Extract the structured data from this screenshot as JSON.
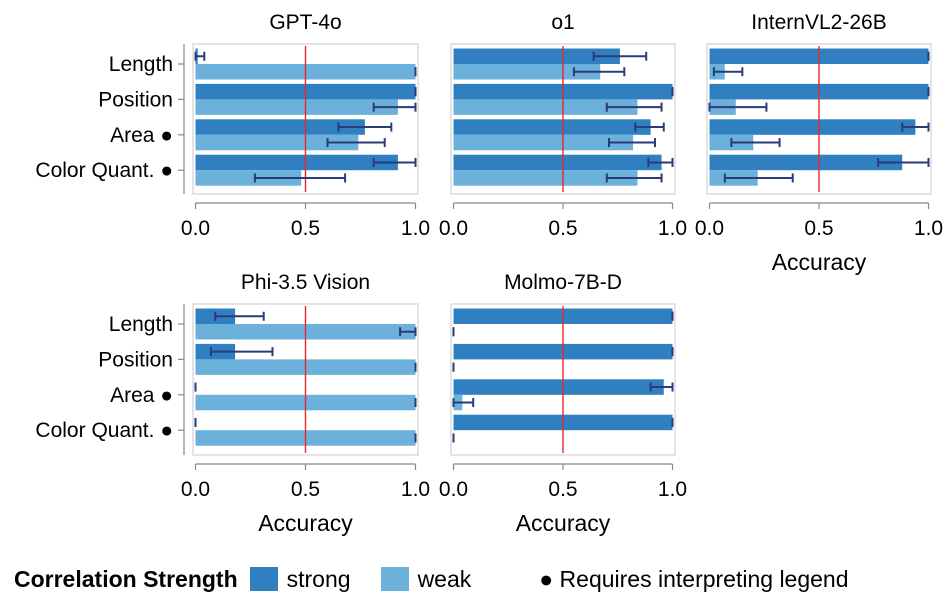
{
  "chart_data": {
    "type": "bar",
    "categories": [
      "Length",
      "Position",
      "Area ●",
      "Color Quant. ●"
    ],
    "x_ticks": [
      "0.0",
      "0.5",
      "1.0"
    ],
    "xlim": [
      0,
      1
    ],
    "xlabel": "Accuracy",
    "reference_line": 0.5,
    "colors": {
      "strong": "#2f7fc1",
      "weak": "#6cb0dc",
      "error_bar": "#2b3a78",
      "reference": "#e8282b"
    },
    "panels": [
      {
        "title": "GPT-4o",
        "series": [
          {
            "name": "strong",
            "values": [
              0.01,
              1.0,
              0.77,
              0.92
            ],
            "error": [
              [
                0.0,
                0.04
              ],
              [
                1.0,
                1.0
              ],
              [
                0.65,
                0.89
              ],
              [
                0.81,
                1.0
              ]
            ]
          },
          {
            "name": "weak",
            "values": [
              1.0,
              0.92,
              0.74,
              0.48
            ],
            "error": [
              [
                1.0,
                1.0
              ],
              [
                0.81,
                1.0
              ],
              [
                0.6,
                0.86
              ],
              [
                0.27,
                0.68
              ]
            ]
          }
        ]
      },
      {
        "title": "o1",
        "series": [
          {
            "name": "strong",
            "values": [
              0.76,
              1.0,
              0.9,
              0.95
            ],
            "error": [
              [
                0.64,
                0.88
              ],
              [
                1.0,
                1.0
              ],
              [
                0.83,
                0.96
              ],
              [
                0.89,
                1.0
              ]
            ]
          },
          {
            "name": "weak",
            "values": [
              0.67,
              0.84,
              0.82,
              0.84
            ],
            "error": [
              [
                0.55,
                0.78
              ],
              [
                0.7,
                0.95
              ],
              [
                0.71,
                0.92
              ],
              [
                0.7,
                0.95
              ]
            ]
          }
        ]
      },
      {
        "title": "InternVL2-26B",
        "series": [
          {
            "name": "strong",
            "values": [
              1.0,
              1.0,
              0.94,
              0.88
            ],
            "error": [
              [
                1.0,
                1.0
              ],
              [
                1.0,
                1.0
              ],
              [
                0.88,
                1.0
              ],
              [
                0.77,
                1.0
              ]
            ]
          },
          {
            "name": "weak",
            "values": [
              0.07,
              0.12,
              0.2,
              0.22
            ],
            "error": [
              [
                0.02,
                0.15
              ],
              [
                0.0,
                0.26
              ],
              [
                0.1,
                0.32
              ],
              [
                0.07,
                0.38
              ]
            ]
          }
        ]
      },
      {
        "title": "Phi-3.5 Vision",
        "series": [
          {
            "name": "strong",
            "values": [
              0.18,
              0.18,
              0.0,
              0.0
            ],
            "error": [
              [
                0.09,
                0.31
              ],
              [
                0.07,
                0.35
              ],
              [
                0.0,
                0.0
              ],
              [
                0.0,
                0.0
              ]
            ]
          },
          {
            "name": "weak",
            "values": [
              1.0,
              1.0,
              1.0,
              1.0
            ],
            "error": [
              [
                0.93,
                1.0
              ],
              [
                1.0,
                1.0
              ],
              [
                1.0,
                1.0
              ],
              [
                1.0,
                1.0
              ]
            ]
          }
        ]
      },
      {
        "title": "Molmo-7B-D",
        "series": [
          {
            "name": "strong",
            "values": [
              1.0,
              1.0,
              0.96,
              1.0
            ],
            "error": [
              [
                1.0,
                1.0
              ],
              [
                1.0,
                1.0
              ],
              [
                0.9,
                1.0
              ],
              [
                1.0,
                1.0
              ]
            ]
          },
          {
            "name": "weak",
            "values": [
              0.0,
              0.0,
              0.04,
              0.0
            ],
            "error": [
              [
                0.0,
                0.0
              ],
              [
                0.0,
                0.0
              ],
              [
                0.0,
                0.09
              ],
              [
                0.0,
                0.0
              ]
            ]
          }
        ]
      }
    ],
    "show_xlabel_on": [
      "InternVL2-26B",
      "Phi-3.5 Vision",
      "Molmo-7B-D"
    ],
    "legend": {
      "title": "Correlation Strength",
      "items": [
        {
          "label": "strong",
          "color": "#2f7fc1"
        },
        {
          "label": "weak",
          "color": "#6cb0dc"
        }
      ],
      "note": "● Requires interpreting legend",
      "placement": "bottom"
    }
  }
}
